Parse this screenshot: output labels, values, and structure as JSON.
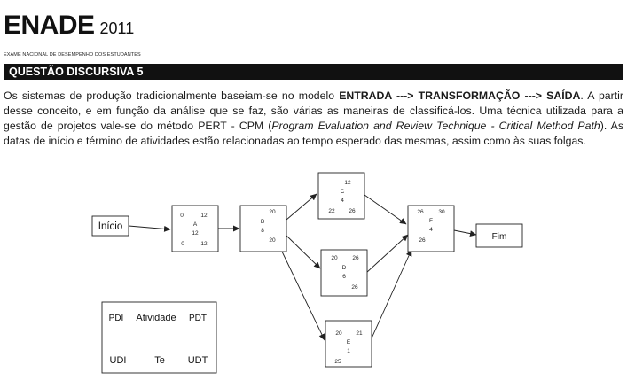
{
  "header": {
    "logo": "ENADE",
    "year": "2011",
    "subtitle": "EXAME NACIONAL DE DESEMPENHO DOS ESTUDANTES"
  },
  "section": {
    "title": "QUESTÃO DISCURSIVA 5"
  },
  "paragraph": {
    "p1": "Os sistemas de produção tradicionalmente baseiam-se no modelo ",
    "model": "ENTRADA ---> TRANSFORMAÇÃO ---> SAÍDA",
    "p2": ". A partir desse conceito, e em função da análise que se faz, são várias as maneiras de classificá-los. Uma técnica utilizada para a gestão de projetos vale-se do método PERT - CPM (",
    "method_name": "Program Evaluation and Review Technique - Critical Method Path",
    "p3": "). As datas de início e término de atividades estão relacionadas ao tempo esperado das mesmas, assim como às suas folgas."
  },
  "diagram": {
    "start_label": "Início",
    "end_label": "Fim",
    "nodes": {
      "A": {
        "name": "A",
        "tl": "0",
        "tr": "12",
        "dur": "12",
        "bl": "0",
        "br": "12"
      },
      "B": {
        "name": "B",
        "tr": "20",
        "dur": "8",
        "br": "20"
      },
      "C": {
        "name": "C",
        "tr": "12",
        "dur": "4",
        "bl": "22",
        "br": "26"
      },
      "D": {
        "name": "D",
        "tl": "20",
        "tr": "26",
        "dur": "6",
        "br": "26"
      },
      "E": {
        "name": "E",
        "tl": "20",
        "tr": "21",
        "dur": "1",
        "bl": "25"
      },
      "F": {
        "name": "F",
        "tl": "26",
        "tr": "30",
        "dur": "4",
        "bl": "26"
      }
    },
    "legend": {
      "pdi": "PDI",
      "atividade": "Atividade",
      "pdt": "PDT",
      "udi": "UDI",
      "te": "Te",
      "udt": "UDT"
    }
  }
}
